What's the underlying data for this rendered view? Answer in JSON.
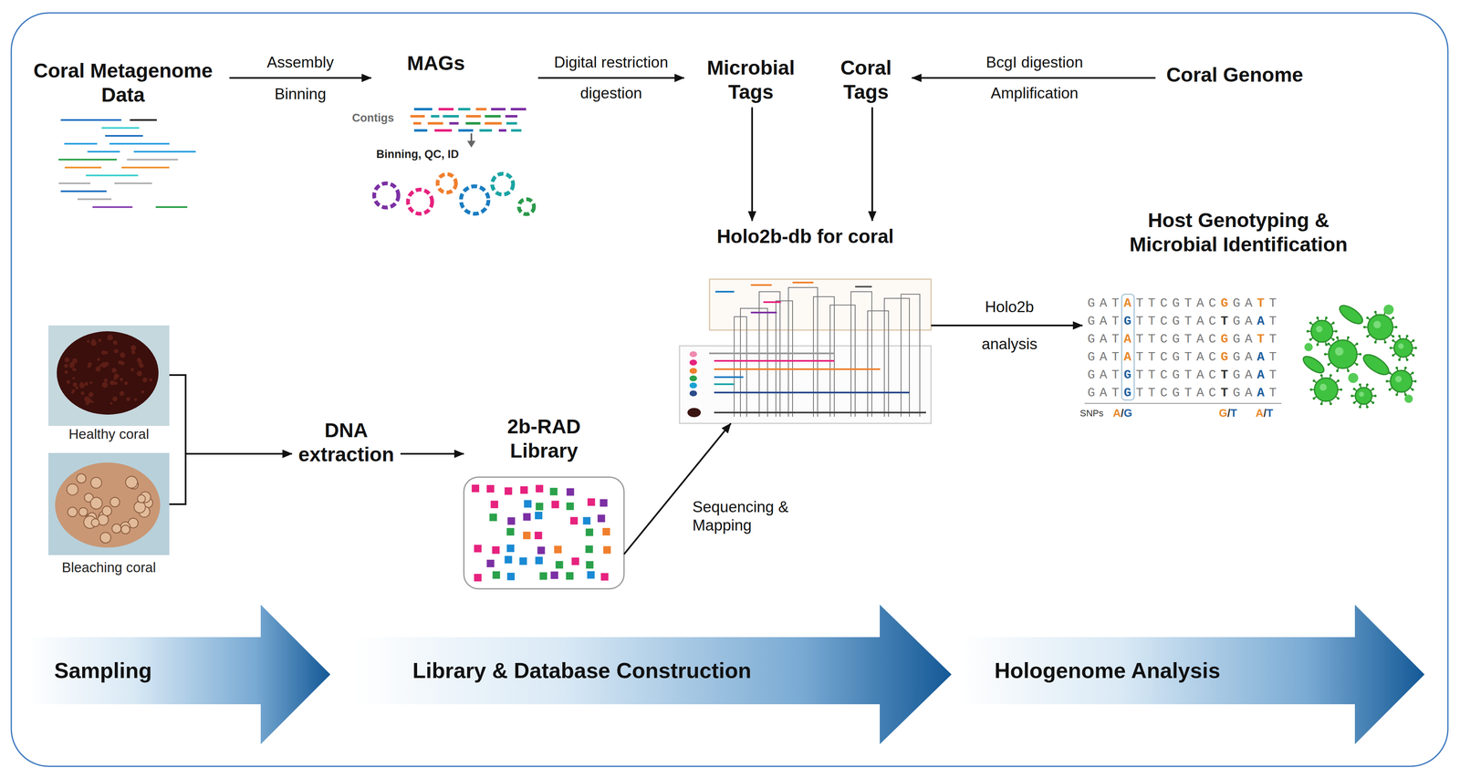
{
  "diagram": {
    "nodes": [
      {
        "text": [
          "Coral Metagenome Data"
        ]
      },
      {
        "text": [
          "MAGs"
        ]
      },
      {
        "text": [
          "Microbial Tags"
        ]
      },
      {
        "text": [
          "Coral Tags"
        ]
      },
      {
        "text": [
          "Coral Genome"
        ]
      },
      {
        "text": [
          "Holo2b-db for coral"
        ]
      },
      {
        "text": [
          "Host Genotyping & Microbial Identification"
        ]
      },
      {
        "text": [
          "Healthy coral"
        ]
      },
      {
        "text": [
          "Bleaching coral"
        ]
      },
      {
        "text": [
          "DNA extraction"
        ]
      },
      {
        "text": [
          "2b-RAD Library"
        ]
      },
      {
        "text": [
          "Sampling"
        ]
      },
      {
        "text": [
          "Library & Database Construction"
        ]
      },
      {
        "text": [
          "Hologenome Analysis"
        ]
      }
    ],
    "edges": [
      {
        "from": 0,
        "to": 1,
        "label": "Assembly",
        "arrow": "to"
      },
      {
        "from": 1,
        "to": 2,
        "label": "Digital restriction",
        "arrow": "to"
      },
      {
        "from": 4,
        "to": 3,
        "label": "BcgI digestion",
        "arrow": "to"
      },
      {
        "from": 2,
        "to": 5,
        "arrow": "to"
      },
      {
        "from": 3,
        "to": 5,
        "arrow": "to"
      },
      {
        "from": 5,
        "to": 6,
        "label": "Holo2b",
        "arrow": "to"
      },
      {
        "from": 7,
        "to": 9,
        "arrow": "to"
      },
      {
        "from": 8,
        "to": 9,
        "arrow": "to"
      },
      {
        "from": 9,
        "to": 10,
        "arrow": "to"
      },
      {
        "from": 10,
        "to": 5,
        "label": "Sequencing & Mapping",
        "arrow": "to"
      }
    ],
    "labels": [
      "Binning",
      "digestion",
      "Amplification",
      "analysis",
      "Contigs",
      "Binning, QC, ID",
      "GATATTCGTACGGATT",
      "GATGTTCGTACTGAAT",
      "GATATTCGTACGGATT",
      "GATATTCGTACGGAAT",
      "GATGTTCGTACTGAAT",
      "GATGTTCGTACTGAAT",
      "SNPs",
      "A/G",
      "G/T",
      "A/T"
    ]
  }
}
